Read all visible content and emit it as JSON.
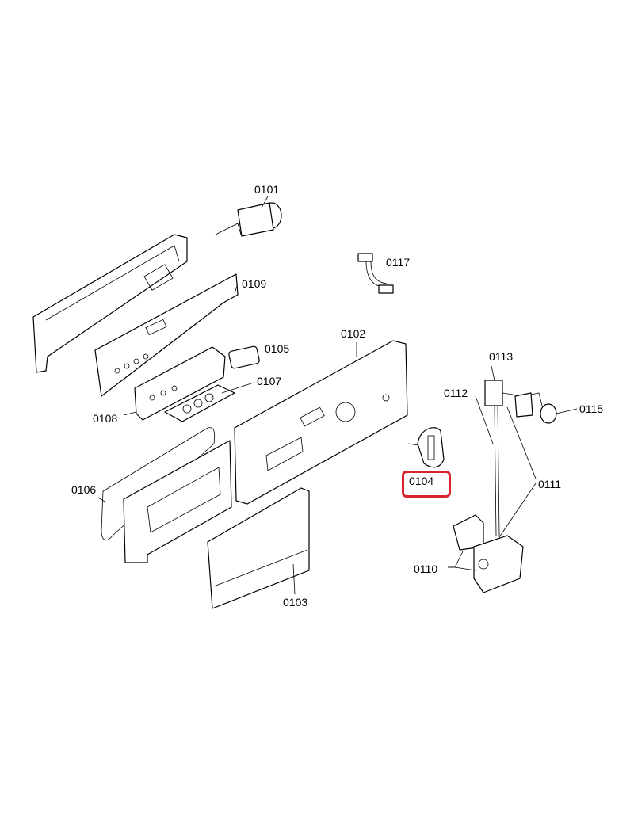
{
  "diagram": {
    "title": "Control panel exploded parts view",
    "highlight_color": "#d9232e",
    "highlighted_part": "0104",
    "labels": {
      "p0101": "0101",
      "p0117": "0117",
      "p0109": "0109",
      "p0102": "0102",
      "p0105": "0105",
      "p0107": "0107",
      "p0108": "0108",
      "p0113": "0113",
      "p0112": "0112",
      "p0115": "0115",
      "p0106": "0106",
      "p0104": "0104",
      "p0111": "0111",
      "p0110": "0110",
      "p0103": "0103"
    }
  }
}
